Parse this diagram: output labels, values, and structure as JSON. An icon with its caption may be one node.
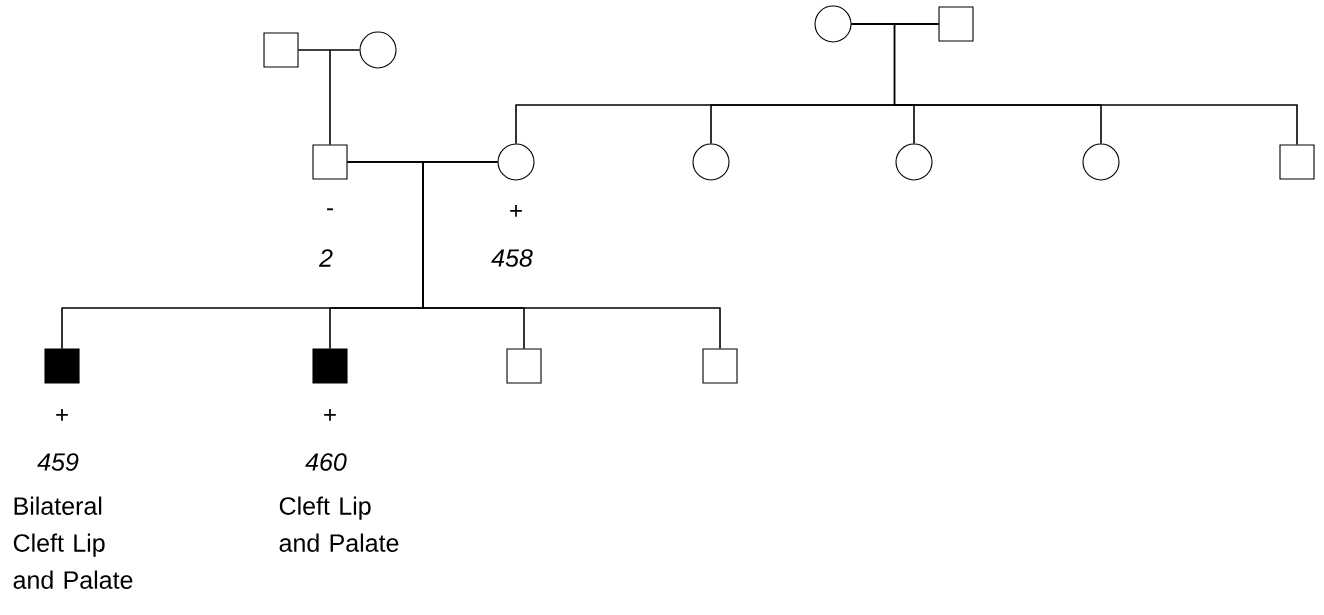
{
  "diagram": {
    "nodes": [
      {
        "text": [],
        "shape": "box"
      },
      {
        "text": [],
        "shape": "circle"
      },
      {
        "text": [],
        "shape": "circle"
      },
      {
        "text": [],
        "shape": "box"
      },
      {
        "text": [],
        "shape": "box",
        "beside": [
          "-",
          "2"
        ]
      },
      {
        "text": [],
        "shape": "circle",
        "beside": [
          "+",
          "458"
        ]
      },
      {
        "text": [],
        "shape": "circle"
      },
      {
        "text": [],
        "shape": "circle"
      },
      {
        "text": [],
        "shape": "circle"
      },
      {
        "text": [],
        "shape": "box"
      },
      {
        "text": [],
        "shape": "filled-box",
        "beside": [
          "+",
          "459",
          "Bilateral Cleft Lip and Palate"
        ]
      },
      {
        "text": [],
        "shape": "filled-box",
        "beside": [
          "+",
          "460",
          "Cleft Lip and Palate"
        ]
      },
      {
        "text": [],
        "shape": "box"
      },
      {
        "text": [],
        "shape": "box"
      }
    ],
    "edges": [
      {
        "from": 0,
        "to": 1,
        "arrow": "none"
      },
      {
        "from": 2,
        "to": 3,
        "arrow": "none"
      },
      {
        "from": 4,
        "to": 5,
        "arrow": "none"
      },
      {
        "from": 0,
        "to": 4,
        "arrow": "none"
      },
      {
        "from": 1,
        "to": 4,
        "arrow": "none"
      },
      {
        "from": 2,
        "to": 5,
        "arrow": "none"
      },
      {
        "from": 3,
        "to": 5,
        "arrow": "none"
      },
      {
        "from": 2,
        "to": 6,
        "arrow": "none"
      },
      {
        "from": 3,
        "to": 6,
        "arrow": "none"
      },
      {
        "from": 2,
        "to": 7,
        "arrow": "none"
      },
      {
        "from": 3,
        "to": 7,
        "arrow": "none"
      },
      {
        "from": 2,
        "to": 8,
        "arrow": "none"
      },
      {
        "from": 3,
        "to": 8,
        "arrow": "none"
      },
      {
        "from": 2,
        "to": 9,
        "arrow": "none"
      },
      {
        "from": 3,
        "to": 9,
        "arrow": "none"
      },
      {
        "from": 4,
        "to": 10,
        "arrow": "none"
      },
      {
        "from": 5,
        "to": 10,
        "arrow": "none"
      },
      {
        "from": 4,
        "to": 11,
        "arrow": "none"
      },
      {
        "from": 5,
        "to": 11,
        "arrow": "none"
      },
      {
        "from": 4,
        "to": 12,
        "arrow": "none"
      },
      {
        "from": 5,
        "to": 12,
        "arrow": "none"
      },
      {
        "from": 4,
        "to": 13,
        "arrow": "none"
      },
      {
        "from": 5,
        "to": 13,
        "arrow": "none"
      }
    ]
  }
}
